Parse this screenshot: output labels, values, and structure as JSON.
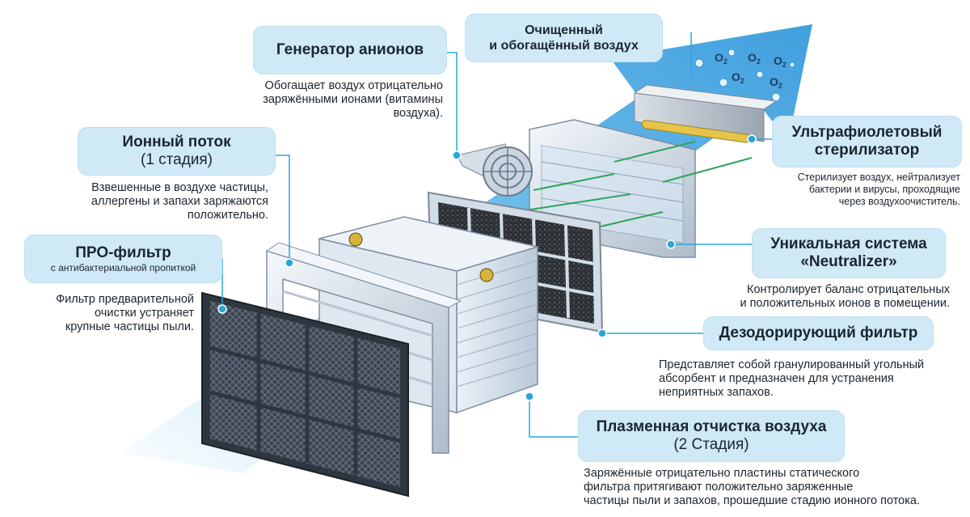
{
  "labels": {
    "anion_generator": {
      "title": "Генератор  анионов",
      "desc": [
        "Обогащает воздух отрицательно",
        "заряжёнными ионами (витамины",
        "воздуха)."
      ]
    },
    "clean_air": {
      "title": [
        "Очищенный",
        "и обогащённый воздух"
      ]
    },
    "ion_flow": {
      "title": "Ионный поток",
      "subtitle": "(1 стадия)",
      "desc": [
        "Взвешенные в воздухе частицы,",
        "аллергены и запахи заряжаются",
        "положительно."
      ]
    },
    "pro_filter": {
      "title": "ПРО-фильтр",
      "subtitle": "с антибактериальной пропиткой",
      "desc": [
        "Фильтр предварительной",
        "очистки устраняет",
        "крупные частицы пыли."
      ]
    },
    "uv_sterilizer": {
      "title": [
        "Ультрафиолетовый",
        "стерилизатор"
      ],
      "desc": [
        "Стерилизует воздух, нейтрализует",
        "бактерии и вирусы, проходящие",
        "через воздухоочиститель."
      ]
    },
    "neutralizer": {
      "title": [
        "Уникальная система",
        "«Neutralizer»"
      ],
      "desc": [
        "Контролирует баланс отрицательных",
        "и положительных ионов в помещении."
      ]
    },
    "deodorizing": {
      "title": "Дезодорирующий фильтр",
      "desc": [
        "Представляет собой гранулированный угольный",
        "абсорбент и предназначен для устранения",
        "неприятных запахов."
      ]
    },
    "plasma": {
      "title": "Плазменная отчистка воздуха",
      "subtitle": "(2 Стадия)",
      "desc": [
        "Заряжённые отрицательно пластины статического",
        "фильтра притягивают положительно заряженные",
        "частицы пыли и запахов, прошедшие стадию ионного потока."
      ]
    }
  },
  "oxygen_symbol": "O",
  "oxygen_subscript": "2",
  "colors": {
    "label_bg": "#cfe9f7",
    "leader_line": "#29a7d8",
    "airflow": "#5db7e8",
    "text": "#1b2630"
  }
}
